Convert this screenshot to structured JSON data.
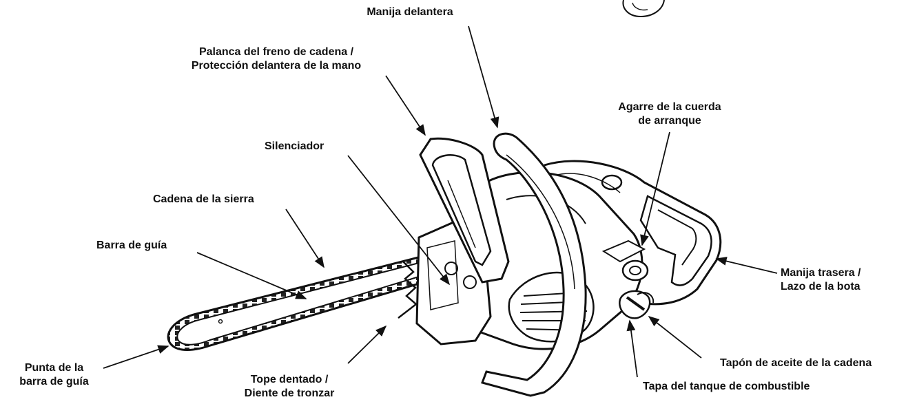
{
  "labels": {
    "front_handle": "Manija delantera",
    "chain_brake": [
      "Palanca del freno de cadena /",
      "Protección delantera de la mano"
    ],
    "starter_grip": [
      "Agarre de la cuerda",
      "de arranque"
    ],
    "muffler": "Silenciador",
    "saw_chain": "Cadena de la sierra",
    "guide_bar": "Barra de guía",
    "rear_handle": [
      "Manija trasera /",
      "Lazo de la bota"
    ],
    "bar_tip": [
      "Punta de la",
      "barra de guía"
    ],
    "bumper_spike": [
      "Tope dentado /",
      "Diente de tronzar"
    ],
    "chain_oil_cap": "Tapón de aceite de la cadena",
    "fuel_cap": "Tapa del tanque de combustible"
  }
}
